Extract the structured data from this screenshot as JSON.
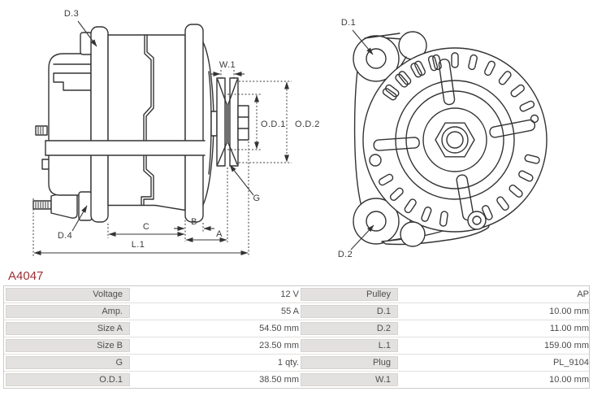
{
  "part_number": "A4047",
  "colors": {
    "accent": "#9c2f35",
    "drawing_line": "#333333",
    "table_label_bg": "#e3e1df",
    "table_border": "#cdcac7",
    "table_text": "#4a4a4a"
  },
  "drawing": {
    "labels": {
      "d1": "D.1",
      "d2": "D.2",
      "d3": "D.3",
      "d4": "D.4",
      "w1": "W.1",
      "od1": "O.D.1",
      "od2": "O.D.2",
      "g": "G",
      "a": "A",
      "b": "B",
      "c": "C",
      "l1": "L.1"
    }
  },
  "table": {
    "rows": [
      {
        "l": "Voltage",
        "v": "12 V",
        "l2": "Pulley",
        "v2": "AP"
      },
      {
        "l": "Amp.",
        "v": "55 A",
        "l2": "D.1",
        "v2": "10.00 mm"
      },
      {
        "l": "Size A",
        "v": "54.50 mm",
        "l2": "D.2",
        "v2": "11.00 mm"
      },
      {
        "l": "Size B",
        "v": "23.50 mm",
        "l2": "L.1",
        "v2": "159.00 mm"
      },
      {
        "l": "G",
        "v": "1 qty.",
        "l2": "Plug",
        "v2": "PL_9104"
      },
      {
        "l": "O.D.1",
        "v": "38.50 mm",
        "l2": "W.1",
        "v2": "10.00 mm"
      }
    ]
  }
}
